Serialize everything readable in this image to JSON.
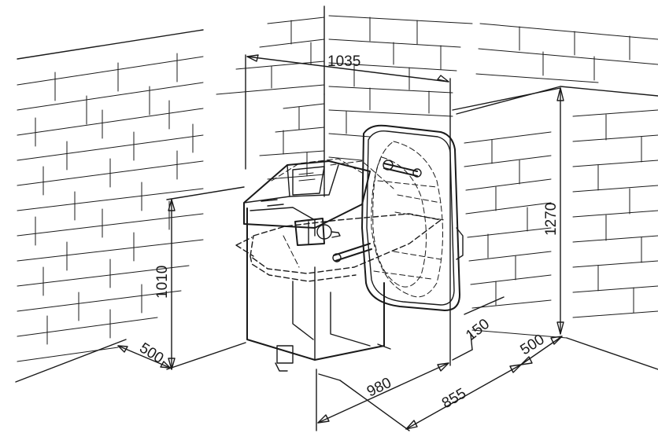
{
  "dimensions": {
    "overall_width": "1035",
    "height_max": "1270",
    "height_body": "1010",
    "depth_left": "500",
    "wall_clearance": "150",
    "depth_right": "500",
    "front_width": "980",
    "side_depth": "855"
  },
  "colors": {
    "line": "#1a1a1a",
    "background": "#ffffff"
  }
}
